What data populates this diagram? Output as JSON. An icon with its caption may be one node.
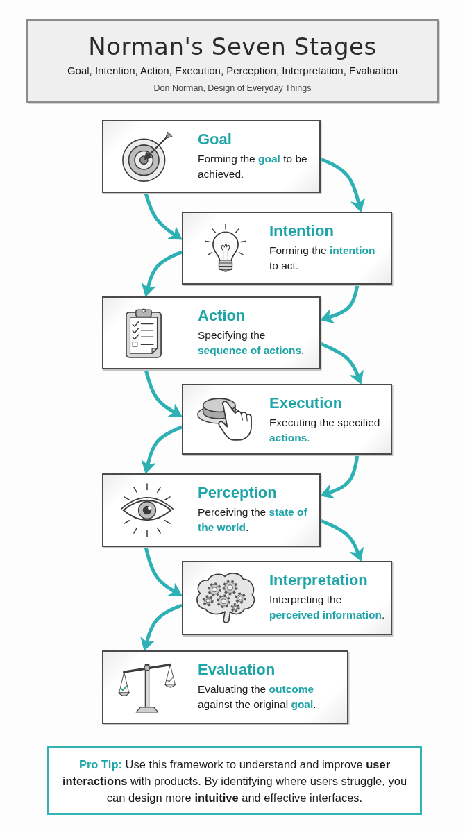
{
  "diagram": {
    "title": "Norman's Seven Stages",
    "nodes": [
      {
        "text": [
          "Goal",
          "Forming the **goal** to be achieved."
        ]
      },
      {
        "text": [
          "Intention",
          "Forming the **intention** to act."
        ]
      },
      {
        "text": [
          "Action",
          "Specifying the **sequence of actions**."
        ]
      },
      {
        "text": [
          "Execution",
          "Executing the specified **actions**."
        ]
      },
      {
        "text": [
          "Perception",
          "Perceiving the **state of the world**."
        ]
      },
      {
        "text": [
          "Interpretation",
          "Interpreting the **perceived information**."
        ]
      },
      {
        "text": [
          "Evaluation",
          "Evaluating the **outcome** against the original **goal**."
        ]
      },
      {
        "text": [
          "**Pro Tip:** Use this framework to understand and improve **user interactions** with products. By identifying where users struggle, you can design more **intuitive** and effective interfaces."
        ]
      }
    ],
    "edges": [
      {
        "from": 0,
        "to": 1,
        "arrow": "to"
      },
      {
        "from": 0,
        "to": 1,
        "arrow": "to"
      },
      {
        "from": 1,
        "to": 2,
        "arrow": "to"
      },
      {
        "from": 1,
        "to": 2,
        "arrow": "to"
      },
      {
        "from": 2,
        "to": 3,
        "arrow": "to"
      },
      {
        "from": 2,
        "to": 3,
        "arrow": "to"
      },
      {
        "from": 3,
        "to": 4,
        "arrow": "to"
      },
      {
        "from": 3,
        "to": 4,
        "arrow": "to"
      },
      {
        "from": 4,
        "to": 5,
        "arrow": "to"
      },
      {
        "from": 4,
        "to": 5,
        "arrow": "to"
      },
      {
        "from": 5,
        "to": 6,
        "arrow": "to"
      }
    ],
    "labels": [
      "Goal, Intention, Action, Execution, Perception, Interpretation, Evaluation",
      "Don Norman, Design of Everyday Things"
    ]
  }
}
